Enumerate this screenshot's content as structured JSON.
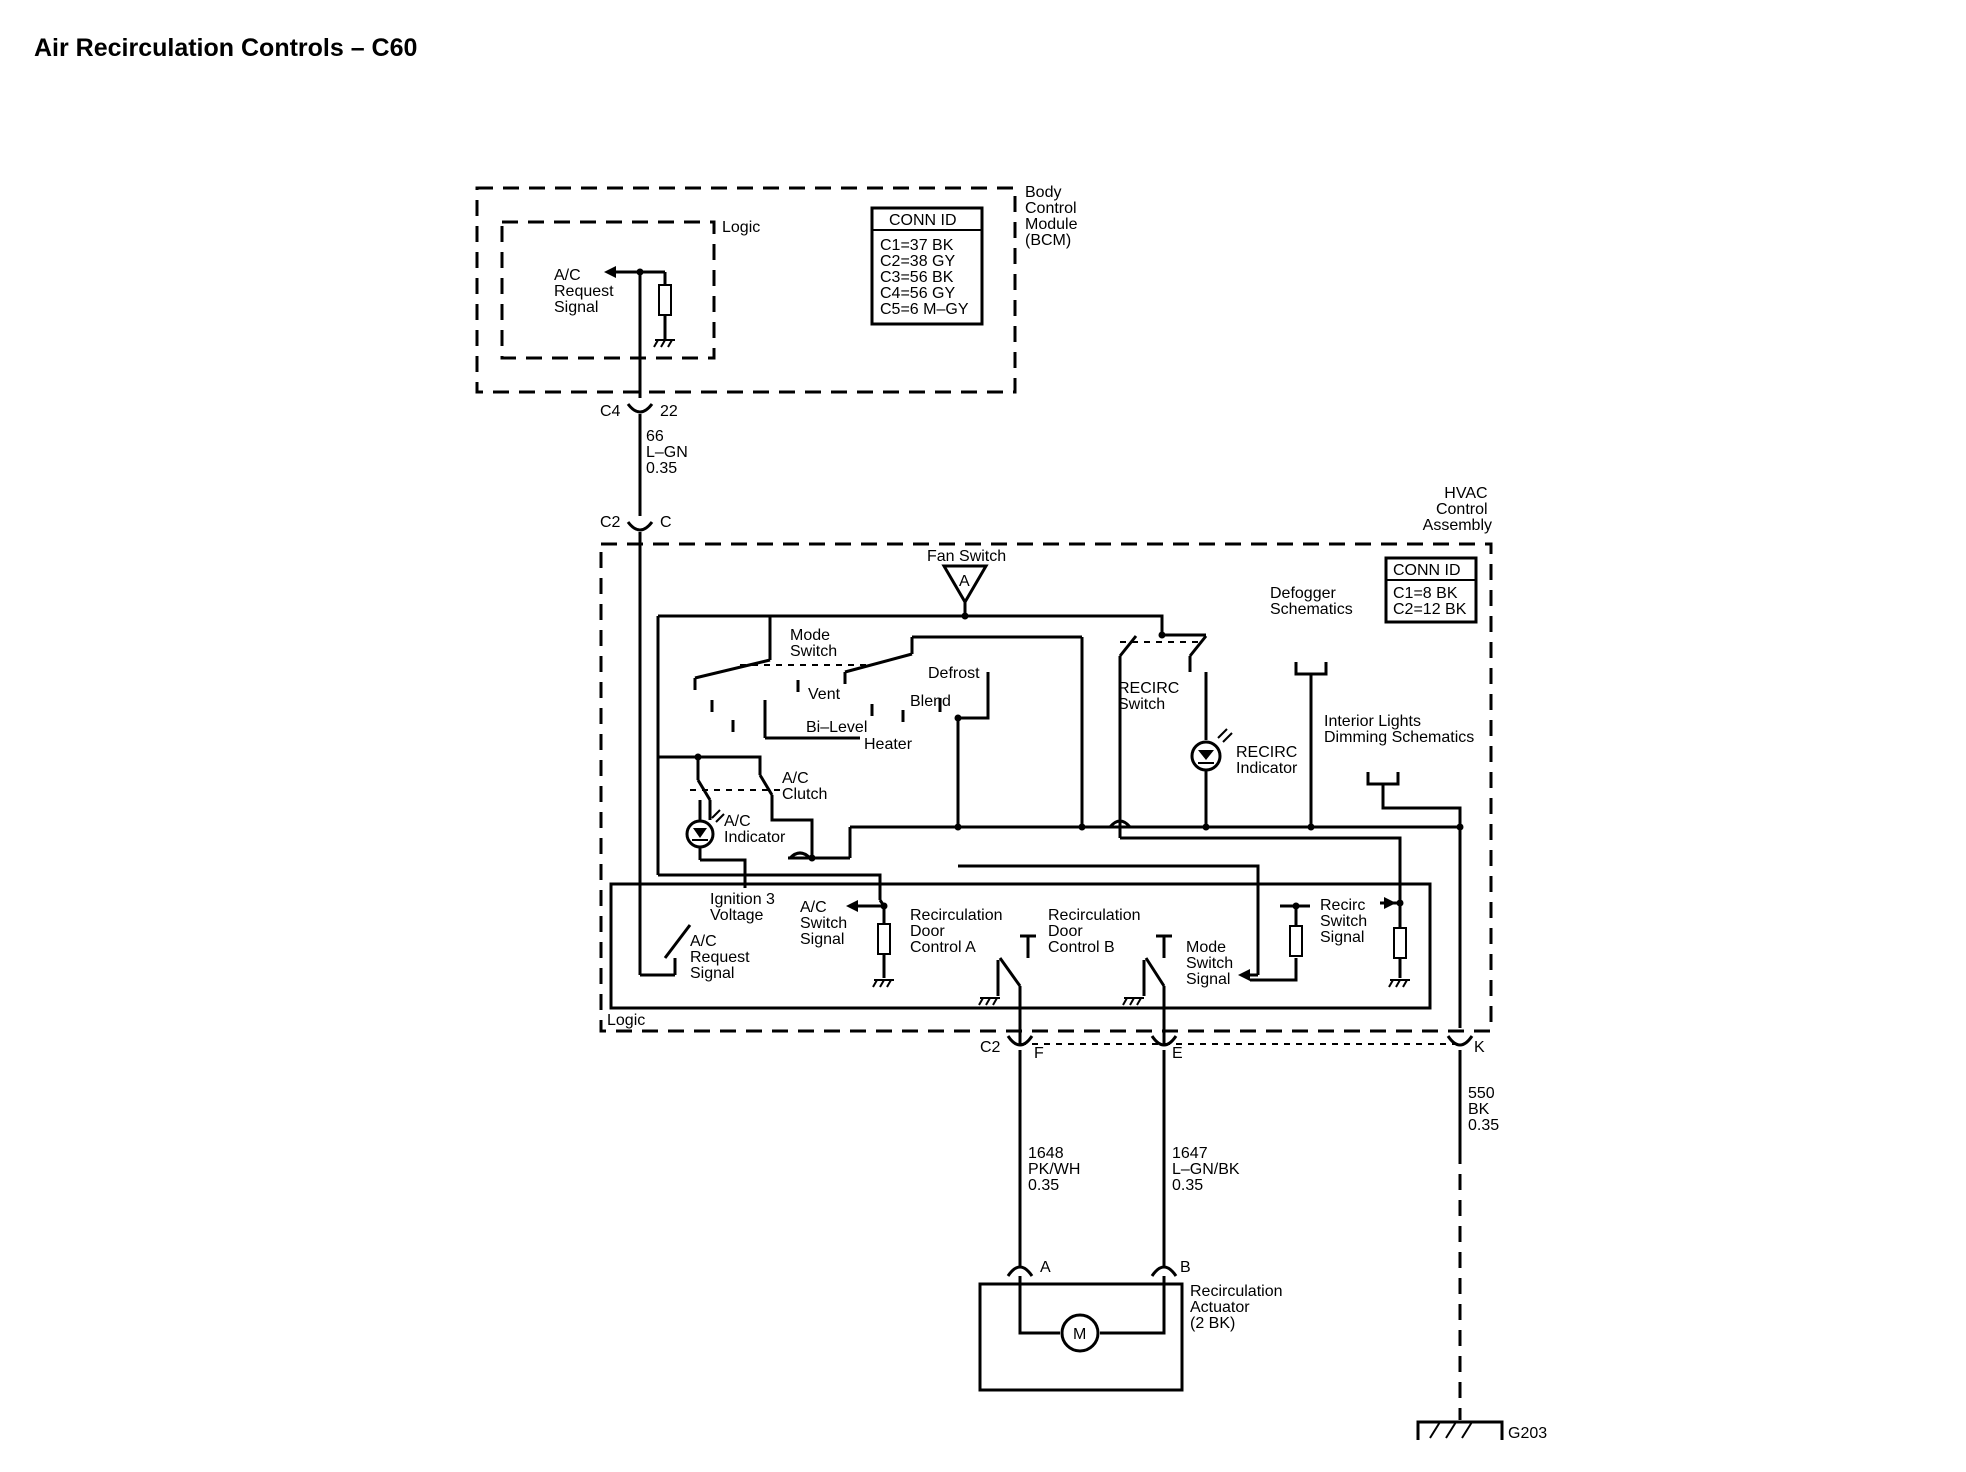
{
  "title": "Air Recirculation Controls – C60",
  "bcm": {
    "name_lines": [
      "Body",
      "Control",
      "Module",
      "(BCM)"
    ],
    "logic_label": "Logic",
    "signal_lines": [
      "A/C",
      "Request",
      "Signal"
    ],
    "conn_id": {
      "header": "CONN ID",
      "rows": [
        "C1=37 BK",
        "C2=38 GY",
        "C3=56 BK",
        "C4=56 GY",
        "C5=6 M–GY"
      ]
    }
  },
  "connectors": {
    "c4": {
      "label": "C4",
      "pin": "22"
    },
    "c2_top": {
      "label": "C2",
      "pin": "C"
    },
    "c2_bottom": {
      "label": "C2",
      "pin_f": "F",
      "pin_e": "E",
      "pin_k": "K"
    },
    "actuator_a": "A",
    "actuator_b": "B"
  },
  "wires": {
    "w66": [
      "66",
      "L–GN",
      "0.35"
    ],
    "w1648": [
      "1648",
      "PK/WH",
      "0.35"
    ],
    "w1647": [
      "1647",
      "L–GN/BK",
      "0.35"
    ],
    "w550": [
      "550",
      "BK",
      "0.35"
    ]
  },
  "hvac": {
    "name_lines": [
      "HVAC",
      "Control",
      "Assembly"
    ],
    "conn_id": {
      "header": "CONN ID",
      "rows": [
        "C1=8 BK",
        "C2=12 BK"
      ]
    },
    "fan_switch": "Fan Switch",
    "fan_ref": "A",
    "mode_switch": [
      "Mode",
      "Switch"
    ],
    "vent": "Vent",
    "bi_level": "Bi–Level",
    "heater": "Heater",
    "defrost": "Defrost",
    "blend": "Blend",
    "ac_clutch": [
      "A/C",
      "Clutch"
    ],
    "ac_indicator": [
      "A/C",
      "Indicator"
    ],
    "recirc_switch": [
      "RECIRC",
      "Switch"
    ],
    "recirc_indicator": [
      "RECIRC",
      "Indicator"
    ],
    "defogger": [
      "Defogger",
      "Schematics"
    ],
    "interior_lights": [
      "Interior Lights",
      "Dimming Schematics"
    ],
    "logic_label": "Logic",
    "ignition": [
      "Ignition 3",
      "Voltage"
    ],
    "ac_switch_signal": [
      "A/C",
      "Switch",
      "Signal"
    ],
    "ac_request_signal": [
      "A/C",
      "Request",
      "Signal"
    ],
    "recirc_door_a": [
      "Recirculation",
      "Door",
      "Control A"
    ],
    "recirc_door_b": [
      "Recirculation",
      "Door",
      "Control B"
    ],
    "mode_switch_signal": [
      "Mode",
      "Switch",
      "Signal"
    ],
    "recirc_switch_signal": [
      "Recirc",
      "Switch",
      "Signal"
    ]
  },
  "actuator": {
    "name_lines": [
      "Recirculation",
      "Actuator",
      "(2 BK)"
    ],
    "motor": "M"
  },
  "ground": "G203"
}
